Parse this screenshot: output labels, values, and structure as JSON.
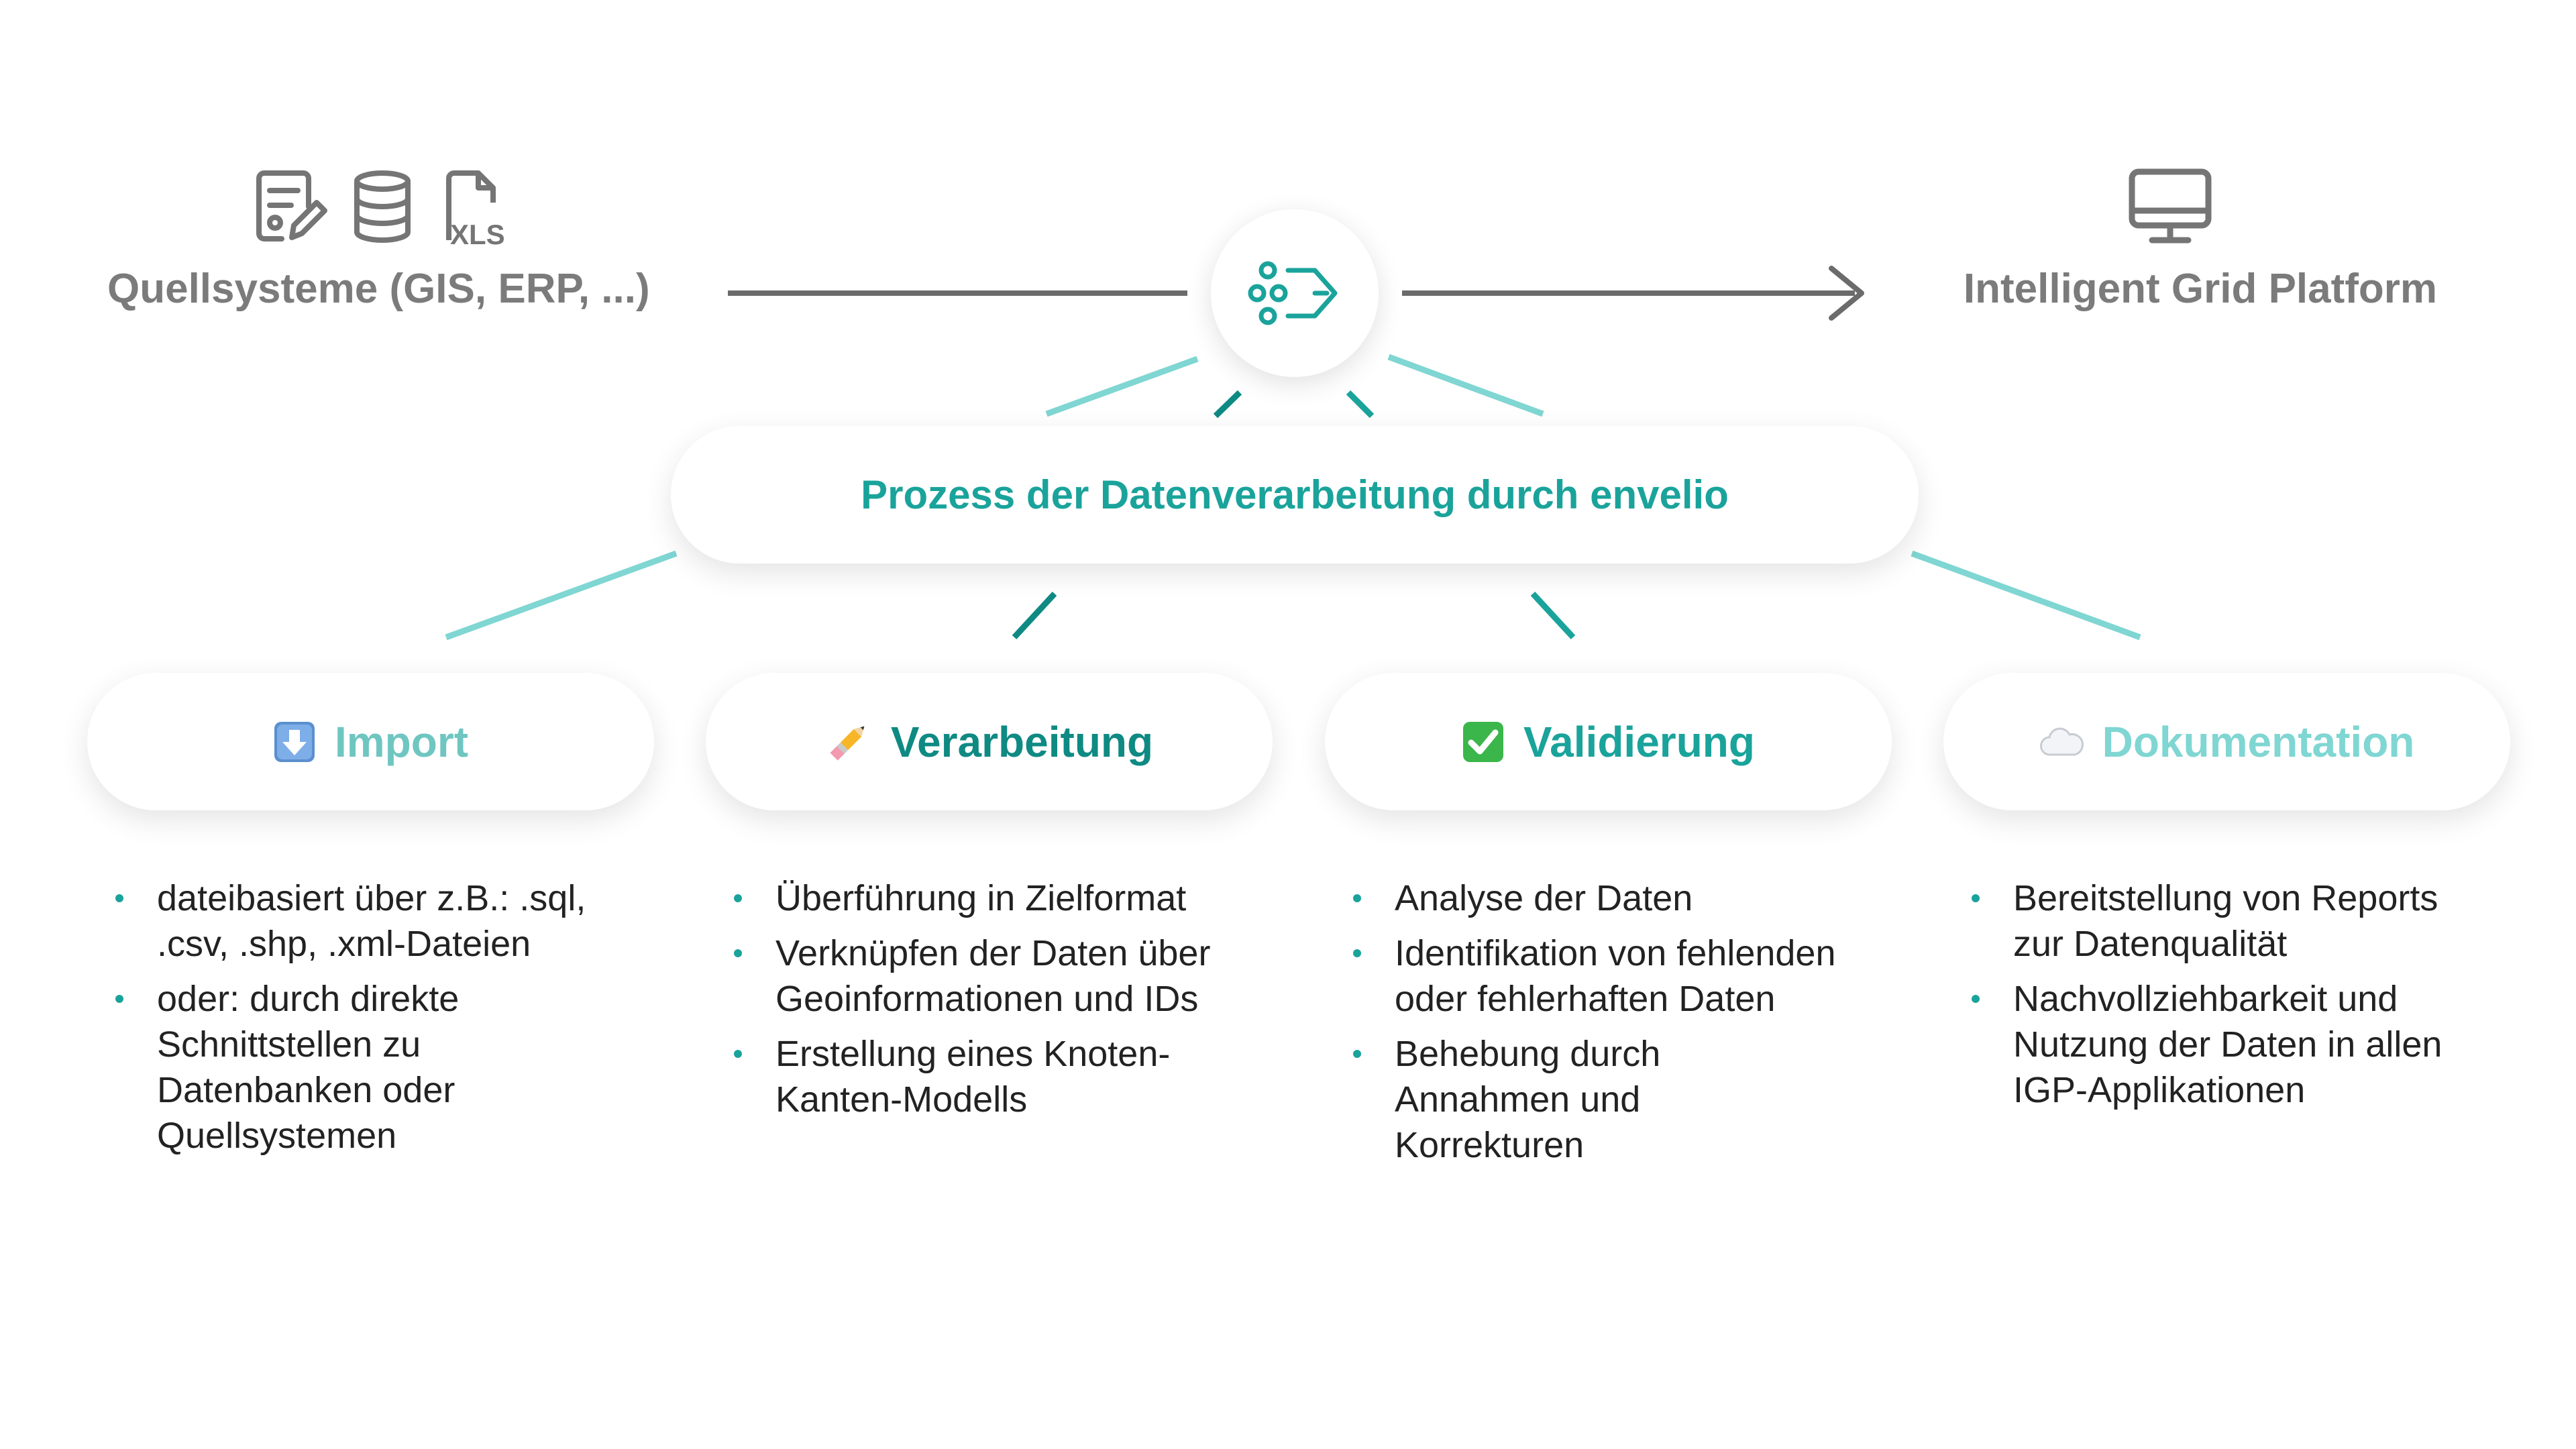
{
  "source": {
    "label": "Quellsysteme (GIS, ERP, ...)",
    "icons": [
      "document-edit-icon",
      "database-icon",
      "xls-file-icon"
    ],
    "xls_text": "XLS"
  },
  "target": {
    "label": "Intelligent Grid Platform",
    "icon": "monitor-icon"
  },
  "hub": {
    "icon": "envelio-process-icon"
  },
  "process": {
    "title": "Prozess der Datenverarbeitung durch envelio"
  },
  "colors": {
    "teal": "#1aa39b",
    "dark_teal": "#0e8a83",
    "light_teal": "#7fd6d2",
    "gray": "#7b7b7b"
  },
  "steps": [
    {
      "title": "Import",
      "emoji": "down-arrow-emoji",
      "color": "#6fc6c1",
      "bullets": [
        "dateibasiert über z.B.: .sql, .csv, .shp, .xml-Dateien",
        "oder: durch direkte Schnittstellen zu Datenbanken oder Quellsystemen"
      ]
    },
    {
      "title": "Verarbeitung",
      "emoji": "pencil-emoji",
      "color": "#0e8a83",
      "bullets": [
        "Überführung in Zielformat",
        "Verknüpfen der Daten über Geoinformationen und IDs",
        "Erstellung eines Knoten-Kanten-Modells"
      ]
    },
    {
      "title": "Validierung",
      "emoji": "check-box-emoji",
      "color": "#1aa39b",
      "bullets": [
        "Analyse der Daten",
        "Identifikation von fehlenden oder fehlerhaften Daten",
        "Behebung durch Annahmen und Korrekturen"
      ]
    },
    {
      "title": "Dokumentation",
      "emoji": "cloud-emoji",
      "color": "#7fd6d2",
      "bullets": [
        "Bereitstellung von Reports zur Datenqualität",
        "Nachvollziehbarkeit und Nutzung der Daten in allen IGP-Applikationen"
      ]
    }
  ]
}
